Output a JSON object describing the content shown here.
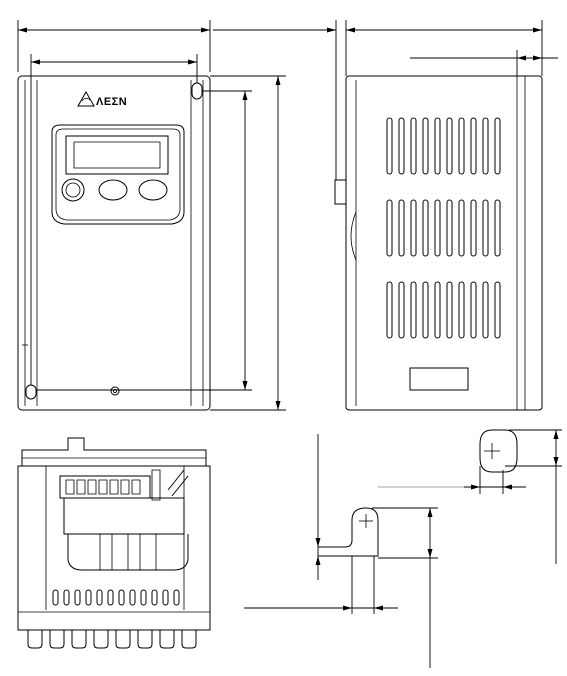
{
  "drawing": {
    "brand_logo_text": "ΛΕΣΝ",
    "views": [
      "front-view",
      "side-view",
      "bottom-view",
      "mounting-slot-detail",
      "mounting-hole-detail"
    ],
    "keypad": {
      "display": "lcd-display",
      "knob": "rotary-knob-icon",
      "keys": [
        "keypad-key-left",
        "keypad-key-right"
      ]
    },
    "side_vent_rows": 3,
    "side_slots_per_row": 10,
    "bottom_vent_slots": 12,
    "terminal_count": 7,
    "line_color": "#000000",
    "background_color": "#ffffff"
  }
}
